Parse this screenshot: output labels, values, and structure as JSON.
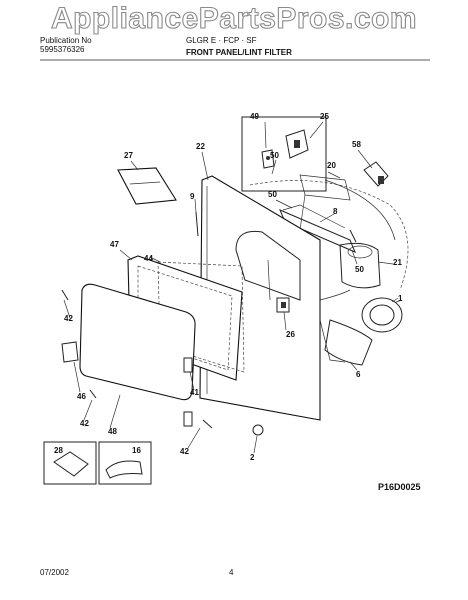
{
  "watermark": "AppliancePartsPros.com",
  "header": {
    "left_line1": "Publication No",
    "left_line2": "5995376326",
    "model": "GLGR E · FCP · SF",
    "title": "FRONT PANEL/LINT FILTER"
  },
  "callouts": {
    "c49": "49",
    "c25": "25",
    "c58": "58",
    "c27": "27",
    "c22": "22",
    "c50a": "50",
    "c20": "20",
    "c9": "9",
    "c8": "8",
    "c47": "47",
    "c44": "44",
    "c50b": "50",
    "c21": "21",
    "c1": "1",
    "c42a": "42",
    "c26": "26",
    "c6": "6",
    "c41": "41",
    "c46": "46",
    "c42b": "42",
    "c48": "48",
    "c42c": "42",
    "c28": "28",
    "c16": "16",
    "c2": "2"
  },
  "diagram_code": "P16D0025",
  "footer": {
    "date": "07/2002",
    "page": "4"
  }
}
